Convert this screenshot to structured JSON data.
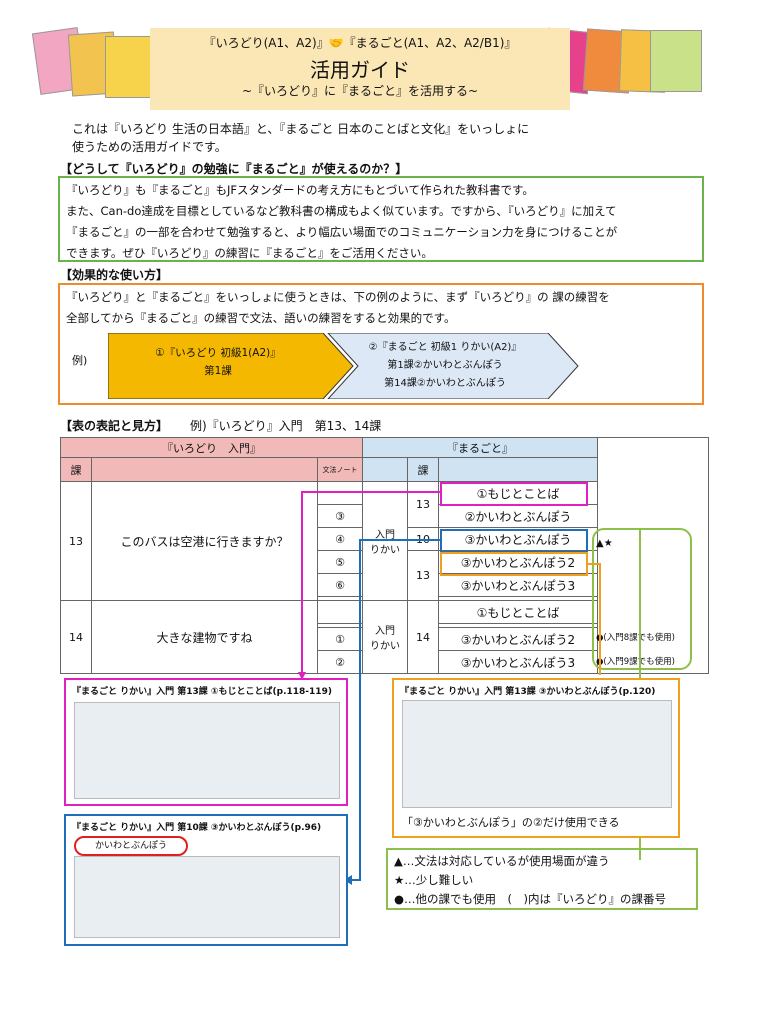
{
  "header": {
    "line1": "『いろどり(A1、A2)』🤝『まるごと(A1、A2、A2/B1)』",
    "title": "活用ガイド",
    "subtitle": "~『いろどり』に『まるごと』を活用する~"
  },
  "intro": {
    "line1": "これは『いろどり 生活の日本語』と、『まるごと 日本のことばと文化』をいっしょに",
    "line2": "使うための活用ガイドです。"
  },
  "section1": {
    "heading": "【どうして『いろどり』の勉強に『まるごと』が使えるのか？】",
    "lines": [
      "『いろどり』も『まるごと』もJFスタンダードの考え方にもとづいて作られた教科書です。",
      "また、Can-do達成を目標としているなど教科書の構成もよく似ています。ですから、『いろどり』に加えて",
      "『まるごと』の一部を合わせて勉強すると、より幅広い場面でのコミュニケーション力を身につけることが",
      "できます。ぜひ『いろどり』の練習に『まるごと』をご活用ください。"
    ]
  },
  "section2": {
    "heading": "【効果的な使い方】",
    "lines": [
      "『いろどり』と『まるごと』をいっしょに使うときは、下の例のように、まず『いろどり』の 課の練習を",
      "全部してから『まるごと』の練習で文法、語いの練習をすると効果的です。"
    ],
    "example_label": "例)",
    "step1": {
      "line1": "①『いろどり 初級1(A2)』",
      "line2": "第1課"
    },
    "step2": {
      "line1": "②『まるごと 初級1 りかい(A2)』",
      "line2": "第1課②かいわとぶんぽう",
      "line3": "第14課②かいわとぶんぽう"
    }
  },
  "section3": {
    "heading": "【表の表記と見方】",
    "example": "例)『いろどり』入門　第13、14課"
  },
  "table": {
    "irodori_header": "『いろどり　入門』",
    "marugoto_header": "『まるごと』",
    "col_ka": "課",
    "col_bunpo": "文法ノート",
    "col_ka2": "課",
    "rows13": {
      "lesson": "13",
      "title": "このバスは空港に行きますか？",
      "notes": [
        "③",
        "④",
        "⑤",
        "⑥"
      ],
      "level": "入門\nりかい",
      "m_lessons": [
        "13",
        "10",
        "13"
      ],
      "items": [
        "①もじとことば",
        "②かいわとぶんぽう",
        "③かいわとぶんぽう",
        "③かいわとぶんぽう2",
        "③かいわとぶんぽう3"
      ],
      "mark": "▲★"
    },
    "rows14": {
      "lesson": "14",
      "title": "大きな建物ですね",
      "notes": [
        "①",
        "②"
      ],
      "level": "入門\nりかい",
      "m_lesson": "14",
      "items": [
        "①もじとことば",
        "③かいわとぶんぽう2",
        "③かいわとぶんぽう3"
      ],
      "marks": [
        "●(入門8課でも使用)",
        "●(入門9課でも使用)"
      ]
    }
  },
  "shots": {
    "pink_caption": "『まるごと りかい』入門 第13課 ①もじとことば(p.118-119)",
    "orange_caption": "『まるごと りかい』入門 第13課 ③かいわとぶんぽう(p.120)",
    "orange_note": "「③かいわとぶんぽう」の②だけ使用できる",
    "blue_caption": "『まるごと りかい』入門 第10課 ③かいわとぶんぽう(p.96)",
    "blue_chip": "かいわとぶんぽう"
  },
  "legend": {
    "l1": "▲…文法は対応しているが使用場面が違う",
    "l2": "★…少し難しい",
    "l3": "●…他の課でも使用　(　)内は『いろどり』の課番号"
  },
  "colors": {
    "pink": "#e020c0",
    "orange": "#f0a020",
    "blue": "#1f6fb8",
    "green": "#8cc04a",
    "banner": "#fbe7b5"
  }
}
